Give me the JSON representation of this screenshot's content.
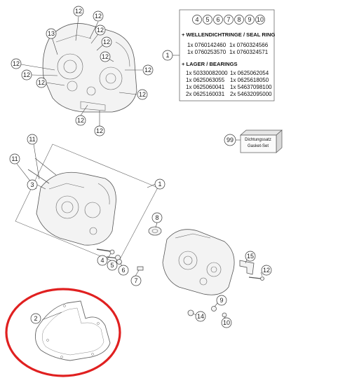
{
  "legend_box": {
    "callout_numbers": [
      "4",
      "5",
      "6",
      "7",
      "8",
      "9",
      "10"
    ],
    "seal_heading": "+ WELLENDICHTRINGE / SEAL RING",
    "seal_items": [
      "1x 0760142460",
      "1x 0760324566",
      "1x 0760253570",
      "1x 0760324571"
    ],
    "bearing_heading": "+ LAGER / BEARINGS",
    "bearing_items": [
      "1x 50330082000",
      "1x 0625062054",
      "1x 0625063055",
      "1x 0625618050",
      "1x 0625060041",
      "1x 54637098100",
      "2x 0625160031",
      "2x 54632095000"
    ],
    "ref_number": "1"
  },
  "gasket_set": {
    "label_line1": "Dichtungssatz",
    "label_line2": "Gasket-Set",
    "callout": "99"
  },
  "callouts": {
    "top_view": [
      "12",
      "12",
      "12",
      "13",
      "12",
      "12",
      "12",
      "12",
      "12",
      "12",
      "12",
      "12",
      "12"
    ],
    "exploded_view": [
      "11",
      "11",
      "3",
      "1",
      "8",
      "15",
      "12",
      "4",
      "5",
      "6",
      "7",
      "9",
      "14",
      "10",
      "2"
    ]
  },
  "highlight": {
    "color": "#e02020",
    "part_number": "2"
  },
  "colors": {
    "line": "#444444",
    "part_fill": "#f3f3f3"
  }
}
